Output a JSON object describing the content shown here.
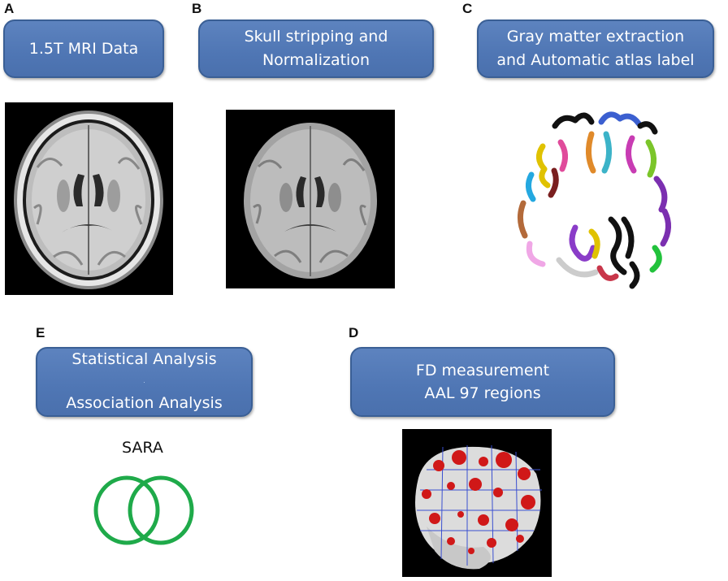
{
  "panels": {
    "A": {
      "letter": "A",
      "title": "1.5T MRI Data"
    },
    "B": {
      "letter": "B",
      "title_lines": [
        "Skull stripping and",
        "Normalization"
      ]
    },
    "C": {
      "letter": "C",
      "title_lines": [
        "Gray matter extraction",
        "and Automatic atlas label"
      ]
    },
    "E": {
      "letter": "E",
      "title_lines": [
        "Statistical Analysis",
        "Association Analysis"
      ],
      "sub_label": "SARA"
    },
    "D": {
      "letter": "D",
      "title_lines": [
        "FD measurement",
        "AAL 97 regions"
      ]
    }
  },
  "colors": {
    "box_fill": "#4f76b4",
    "box_border": "#3a5f95",
    "box_text": "#ffffff",
    "venn_stroke": "#1faa4a"
  }
}
